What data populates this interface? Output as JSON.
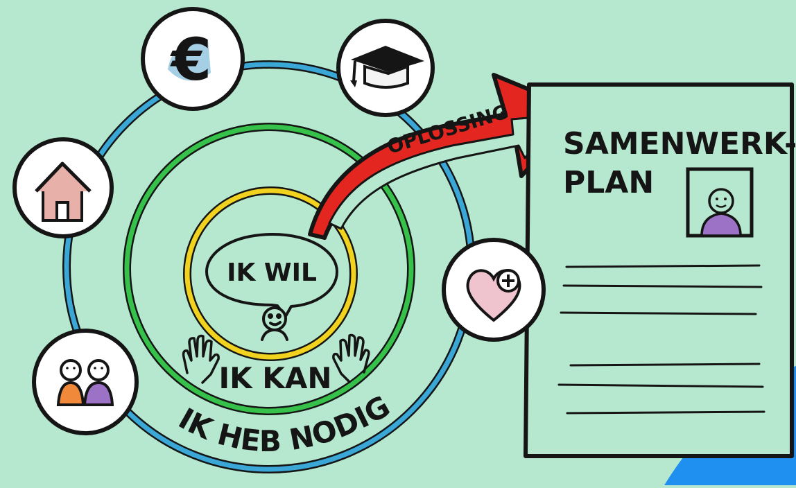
{
  "colors": {
    "background": "#b6e8cf",
    "outer_ring": "#3aa7d6",
    "middle_ring": "#36c24a",
    "inner_ring": "#f1d21f",
    "arrow": "#e3261f",
    "ink": "#151515",
    "corner_blob": "#1f8ff0"
  },
  "rings": {
    "inner_label": "IK WIL",
    "middle_label": "IK KAN",
    "outer_label": "IK HEB NODIG"
  },
  "arrow": {
    "label": "OPLOSSING"
  },
  "plan": {
    "title_line1": "SAMENWERK-",
    "title_line2": "PLAN"
  },
  "icons": [
    {
      "name": "euro-icon",
      "glyph": "€"
    },
    {
      "name": "graduation-cap-icon"
    },
    {
      "name": "house-icon"
    },
    {
      "name": "heart-plus-icon"
    },
    {
      "name": "two-people-icon"
    }
  ]
}
